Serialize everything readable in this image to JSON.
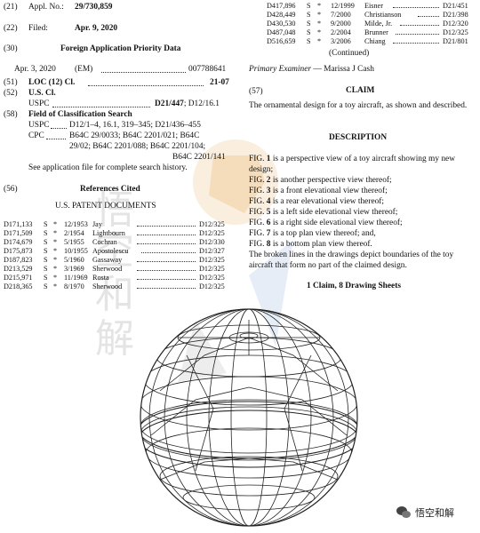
{
  "left": {
    "appl_code": "(21)",
    "appl_label": "Appl. No.:",
    "appl_value": "29/730,859",
    "filed_code": "(22)",
    "filed_label": "Filed:",
    "filed_value": "Apr. 9, 2020",
    "foreign_code": "(30)",
    "foreign_heading": "Foreign Application Priority Data",
    "foreign_date": "Apr. 3, 2020",
    "foreign_country": "(EM)",
    "foreign_number": "007788641",
    "loc_code": "(51)",
    "loc_label": "LOC (12) Cl.",
    "loc_value": "21-07",
    "uscl_code": "(52)",
    "uscl_label": "U.S. Cl.",
    "uspc_label": "USPC",
    "uspc_value_bold": "D21/447",
    "uspc_value_rest": "; D12/16.1",
    "field_code": "(58)",
    "field_label": "Field of Classification Search",
    "field_uspc_label": "USPC",
    "field_uspc_value": "D12/1–4, 16.1, 319–345; D21/436–455",
    "field_cpc_label": "CPC",
    "field_cpc_line1": "B64C 29/0033; B64C 2201/021; B64C",
    "field_cpc_line2": "29/02; B64C 2201/088; B64C 2201/104;",
    "field_cpc_line3": "B64C 2201/141",
    "field_see": "See application file for complete search history.",
    "refs_code": "(56)",
    "refs_heading": "References Cited",
    "refs_sub": "U.S. PATENT DOCUMENTS",
    "refs": [
      {
        "num": "D171,133",
        "kind": "S",
        "star": "*",
        "date": "12/1953",
        "name": "Jay",
        "cls": "D12/325"
      },
      {
        "num": "D171,509",
        "kind": "S",
        "star": "*",
        "date": "2/1954",
        "name": "Lightbourn",
        "cls": "D12/325"
      },
      {
        "num": "D174,679",
        "kind": "S",
        "star": "*",
        "date": "5/1955",
        "name": "Cochran",
        "cls": "D12/330"
      },
      {
        "num": "D175,873",
        "kind": "S",
        "star": "*",
        "date": "10/1955",
        "name": "Apostolescu",
        "cls": "D12/327"
      },
      {
        "num": "D187,823",
        "kind": "S",
        "star": "*",
        "date": "5/1960",
        "name": "Gassaway",
        "cls": "D12/325"
      },
      {
        "num": "D213,529",
        "kind": "S",
        "star": "*",
        "date": "3/1969",
        "name": "Sherwood",
        "cls": "D12/325"
      },
      {
        "num": "D215,971",
        "kind": "S",
        "star": "*",
        "date": "11/1969",
        "name": "Rosta",
        "cls": "D12/325"
      },
      {
        "num": "D218,365",
        "kind": "S",
        "star": "*",
        "date": "8/1970",
        "name": "Sherwood",
        "cls": "D12/325"
      }
    ]
  },
  "right": {
    "refs": [
      {
        "num": "D417,896",
        "kind": "S",
        "star": "*",
        "date": "12/1999",
        "name": "Eisner",
        "cls": "D21/451"
      },
      {
        "num": "D428,449",
        "kind": "S",
        "star": "*",
        "date": "7/2000",
        "name": "Christianson",
        "cls": "D21/398"
      },
      {
        "num": "D430,530",
        "kind": "S",
        "star": "*",
        "date": "9/2000",
        "name": "Milde, Jr.",
        "cls": "D12/320"
      },
      {
        "num": "D487,048",
        "kind": "S",
        "star": "*",
        "date": "2/2004",
        "name": "Brunner",
        "cls": "D12/325"
      },
      {
        "num": "D516,659",
        "kind": "S",
        "star": "*",
        "date": "3/2006",
        "name": "Chiang",
        "cls": "D21/801"
      }
    ],
    "continued": "(Continued)",
    "examiner_label": "Primary Examiner",
    "examiner_name": "— Marissa J Cash",
    "claim_code": "(57)",
    "claim_heading": "CLAIM",
    "claim_text": "The ornamental design for a toy aircraft, as shown and described.",
    "desc_heading": "DESCRIPTION",
    "figs": [
      {
        "fig": "FIG.",
        "n": "1",
        "text": "is a perspective view of a toy aircraft showing my new design;"
      },
      {
        "fig": "FIG.",
        "n": "2",
        "text": "is another perspective view thereof;"
      },
      {
        "fig": "FIG.",
        "n": "3",
        "text": "is a front elevational view thereof;"
      },
      {
        "fig": "FIG.",
        "n": "4",
        "text": "is a rear elevational view thereof;"
      },
      {
        "fig": "FIG.",
        "n": "5",
        "text": "is a left side elevational view thereof;"
      },
      {
        "fig": "FIG.",
        "n": "6",
        "text": "is a right side elevational view thereof;"
      },
      {
        "fig": "FIG.",
        "n": "7",
        "text": "is a top plan view thereof; and,"
      },
      {
        "fig": "FIG.",
        "n": "8",
        "text": "is a bottom plan view thereof."
      }
    ],
    "broken_lines": "The broken lines in the drawings depict boundaries of the toy aircraft that form no part of the claimed design.",
    "claims_count": "1 Claim, 8 Drawing Sheets"
  },
  "watermark": {
    "chars": [
      "悟",
      "空",
      "和",
      "解"
    ],
    "brand": "悟空和解"
  }
}
